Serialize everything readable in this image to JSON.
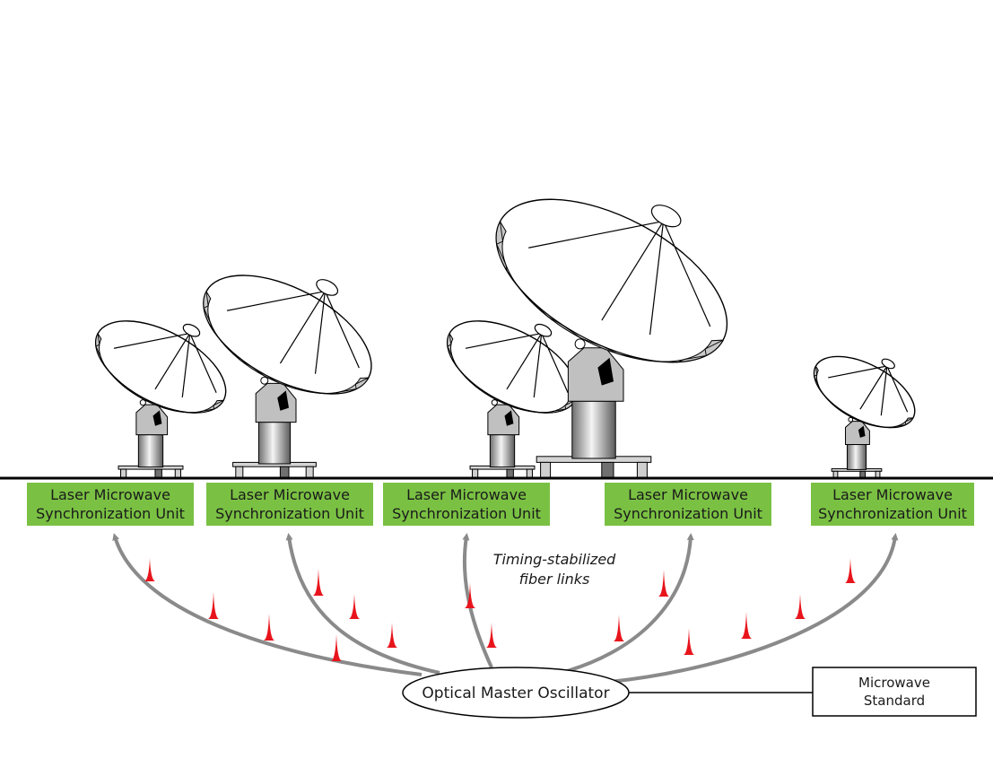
{
  "units": [
    {
      "line1": "Laser Microwave",
      "line2": "Synchronization Unit"
    },
    {
      "line1": "Laser Microwave",
      "line2": "Synchronization Unit"
    },
    {
      "line1": "Laser Microwave",
      "line2": "Synchronization Unit"
    },
    {
      "line1": "Laser Microwave",
      "line2": "Synchronization Unit"
    },
    {
      "line1": "Laser Microwave",
      "line2": "Synchronization Unit"
    }
  ],
  "oscillator": {
    "label": "Optical Master Oscillator"
  },
  "standard": {
    "line1": "Microwave",
    "line2": "Standard"
  },
  "fiber_label": {
    "line1": "Timing-stabilized",
    "line2": "fiber links"
  },
  "colors": {
    "unit_fill": "#7ac143",
    "pulse": "#e8141c",
    "arrow": "#8a8a8a",
    "dish_rim": "#c8c8c8",
    "mount": "#c0c0c0",
    "ground": "#000000"
  }
}
